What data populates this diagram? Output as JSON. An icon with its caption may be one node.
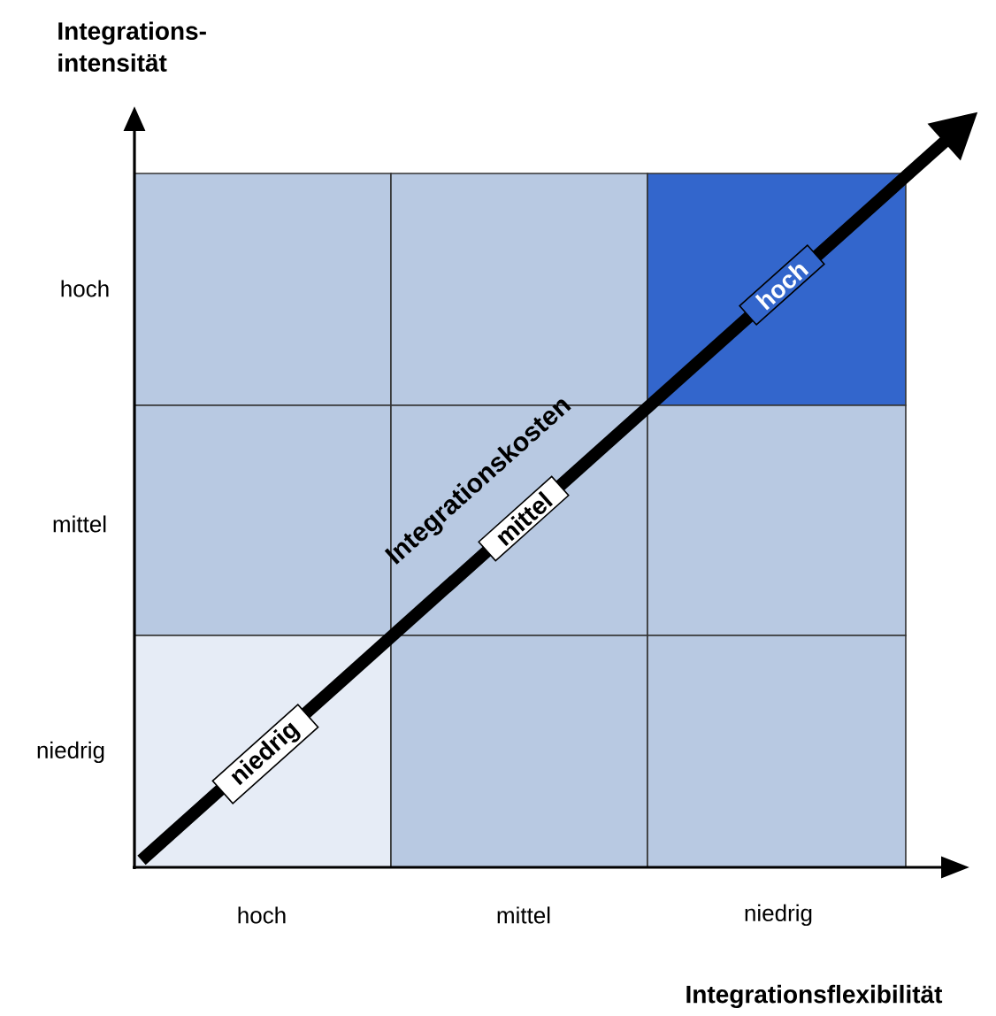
{
  "diagram": {
    "nodes": [
      {
        "text": [
          "niedrig"
        ]
      },
      {
        "text": [
          "mittel"
        ]
      },
      {
        "text": [
          "hoch"
        ]
      }
    ],
    "labels": [
      "Integrations- intensität",
      "hoch",
      "mittel",
      "niedrig",
      "Integrationskosten",
      "hoch",
      "mittel",
      "niedrig",
      "Integrationsflexibilität"
    ]
  }
}
